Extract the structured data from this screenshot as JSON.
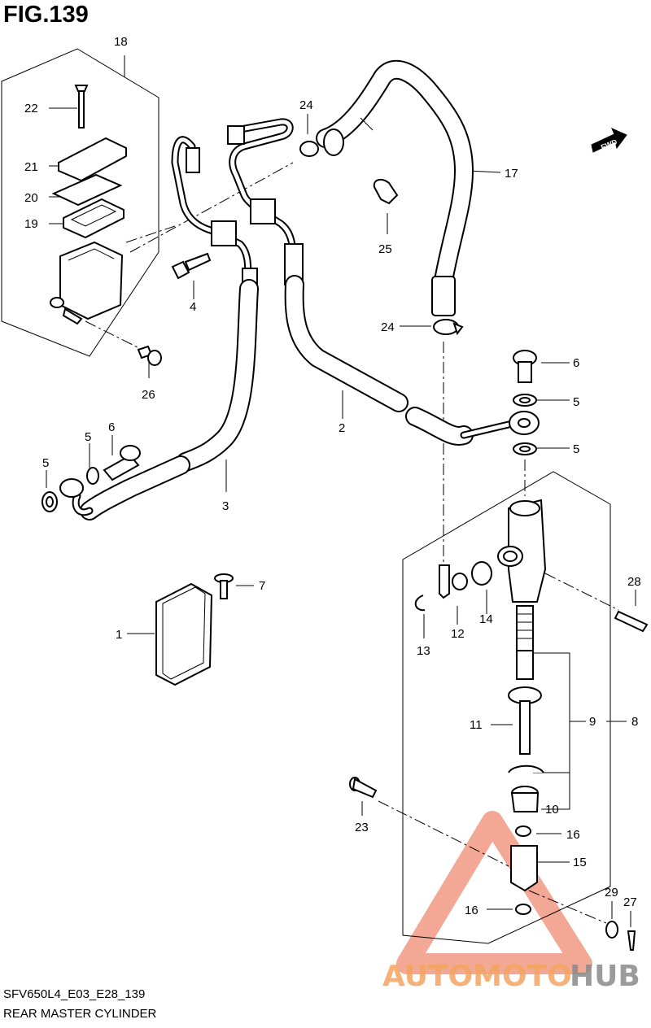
{
  "figure": {
    "title": "FIG.139",
    "code": "SFV650L4_E03_E28_139",
    "name": "REAR MASTER CYLINDER"
  },
  "fwd_label": "FWD",
  "callouts": [
    "1",
    "2",
    "3",
    "4",
    "5",
    "5",
    "5",
    "6",
    "6",
    "7",
    "8",
    "9",
    "10",
    "11",
    "12",
    "13",
    "14",
    "15",
    "16",
    "16",
    "17",
    "18",
    "19",
    "20",
    "21",
    "22",
    "23",
    "24",
    "24",
    "25",
    "26",
    "27",
    "28",
    "29"
  ],
  "watermark": {
    "part1": "AUTOMOTO",
    "part2": "HUB",
    "color_main": "#e8603c",
    "color_accent": "#f4b183",
    "color_hub": "#8a8a8a"
  }
}
